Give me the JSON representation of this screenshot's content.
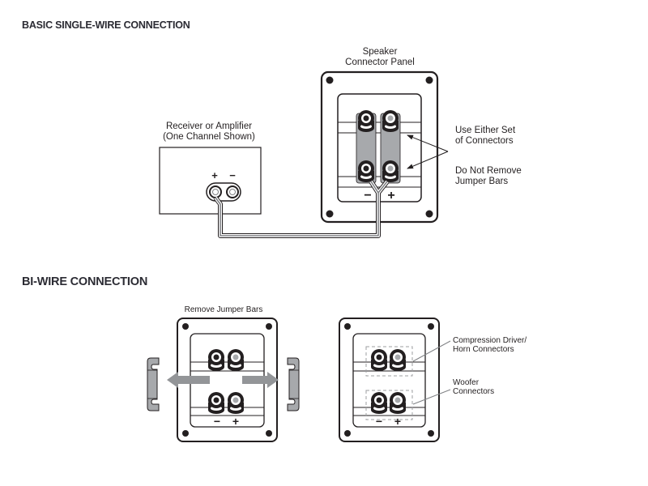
{
  "sections": {
    "single_wire": {
      "title": "BASIC SINGLE-WIRE CONNECTION",
      "receiver_label": [
        "Receiver or Amplifier",
        "(One Channel Shown)"
      ],
      "receiver_terminals": {
        "positive": "+",
        "negative": "−"
      },
      "panel_label": [
        "Speaker",
        "Connector Panel"
      ],
      "panel_terminals": {
        "negative": "−",
        "positive": "+"
      },
      "callouts": [
        {
          "lines": [
            "Use Either Set",
            "of Connectors"
          ]
        },
        {
          "lines": [
            "Do Not Remove",
            "Jumper Bars"
          ]
        }
      ]
    },
    "bi_wire": {
      "title": "BI-WIRE CONNECTION",
      "left_panel_label": "Remove Jumper Bars",
      "left_panel_terminals": {
        "negative": "−",
        "positive": "+"
      },
      "right_panel_terminals": {
        "negative": "−",
        "positive": "+"
      },
      "callouts": [
        {
          "lines": [
            "Compression Driver/",
            "Horn Connectors"
          ]
        },
        {
          "lines": [
            "Woofer",
            "Connectors"
          ]
        }
      ]
    }
  },
  "colors": {
    "ink": "#231f20",
    "jumper_gray": "#a7a9ac",
    "wire_gray": "#808285",
    "arrow_gray": "#939598",
    "positive_post_center": "#a7a9ac",
    "dashed_box": "#9d9fa2"
  }
}
